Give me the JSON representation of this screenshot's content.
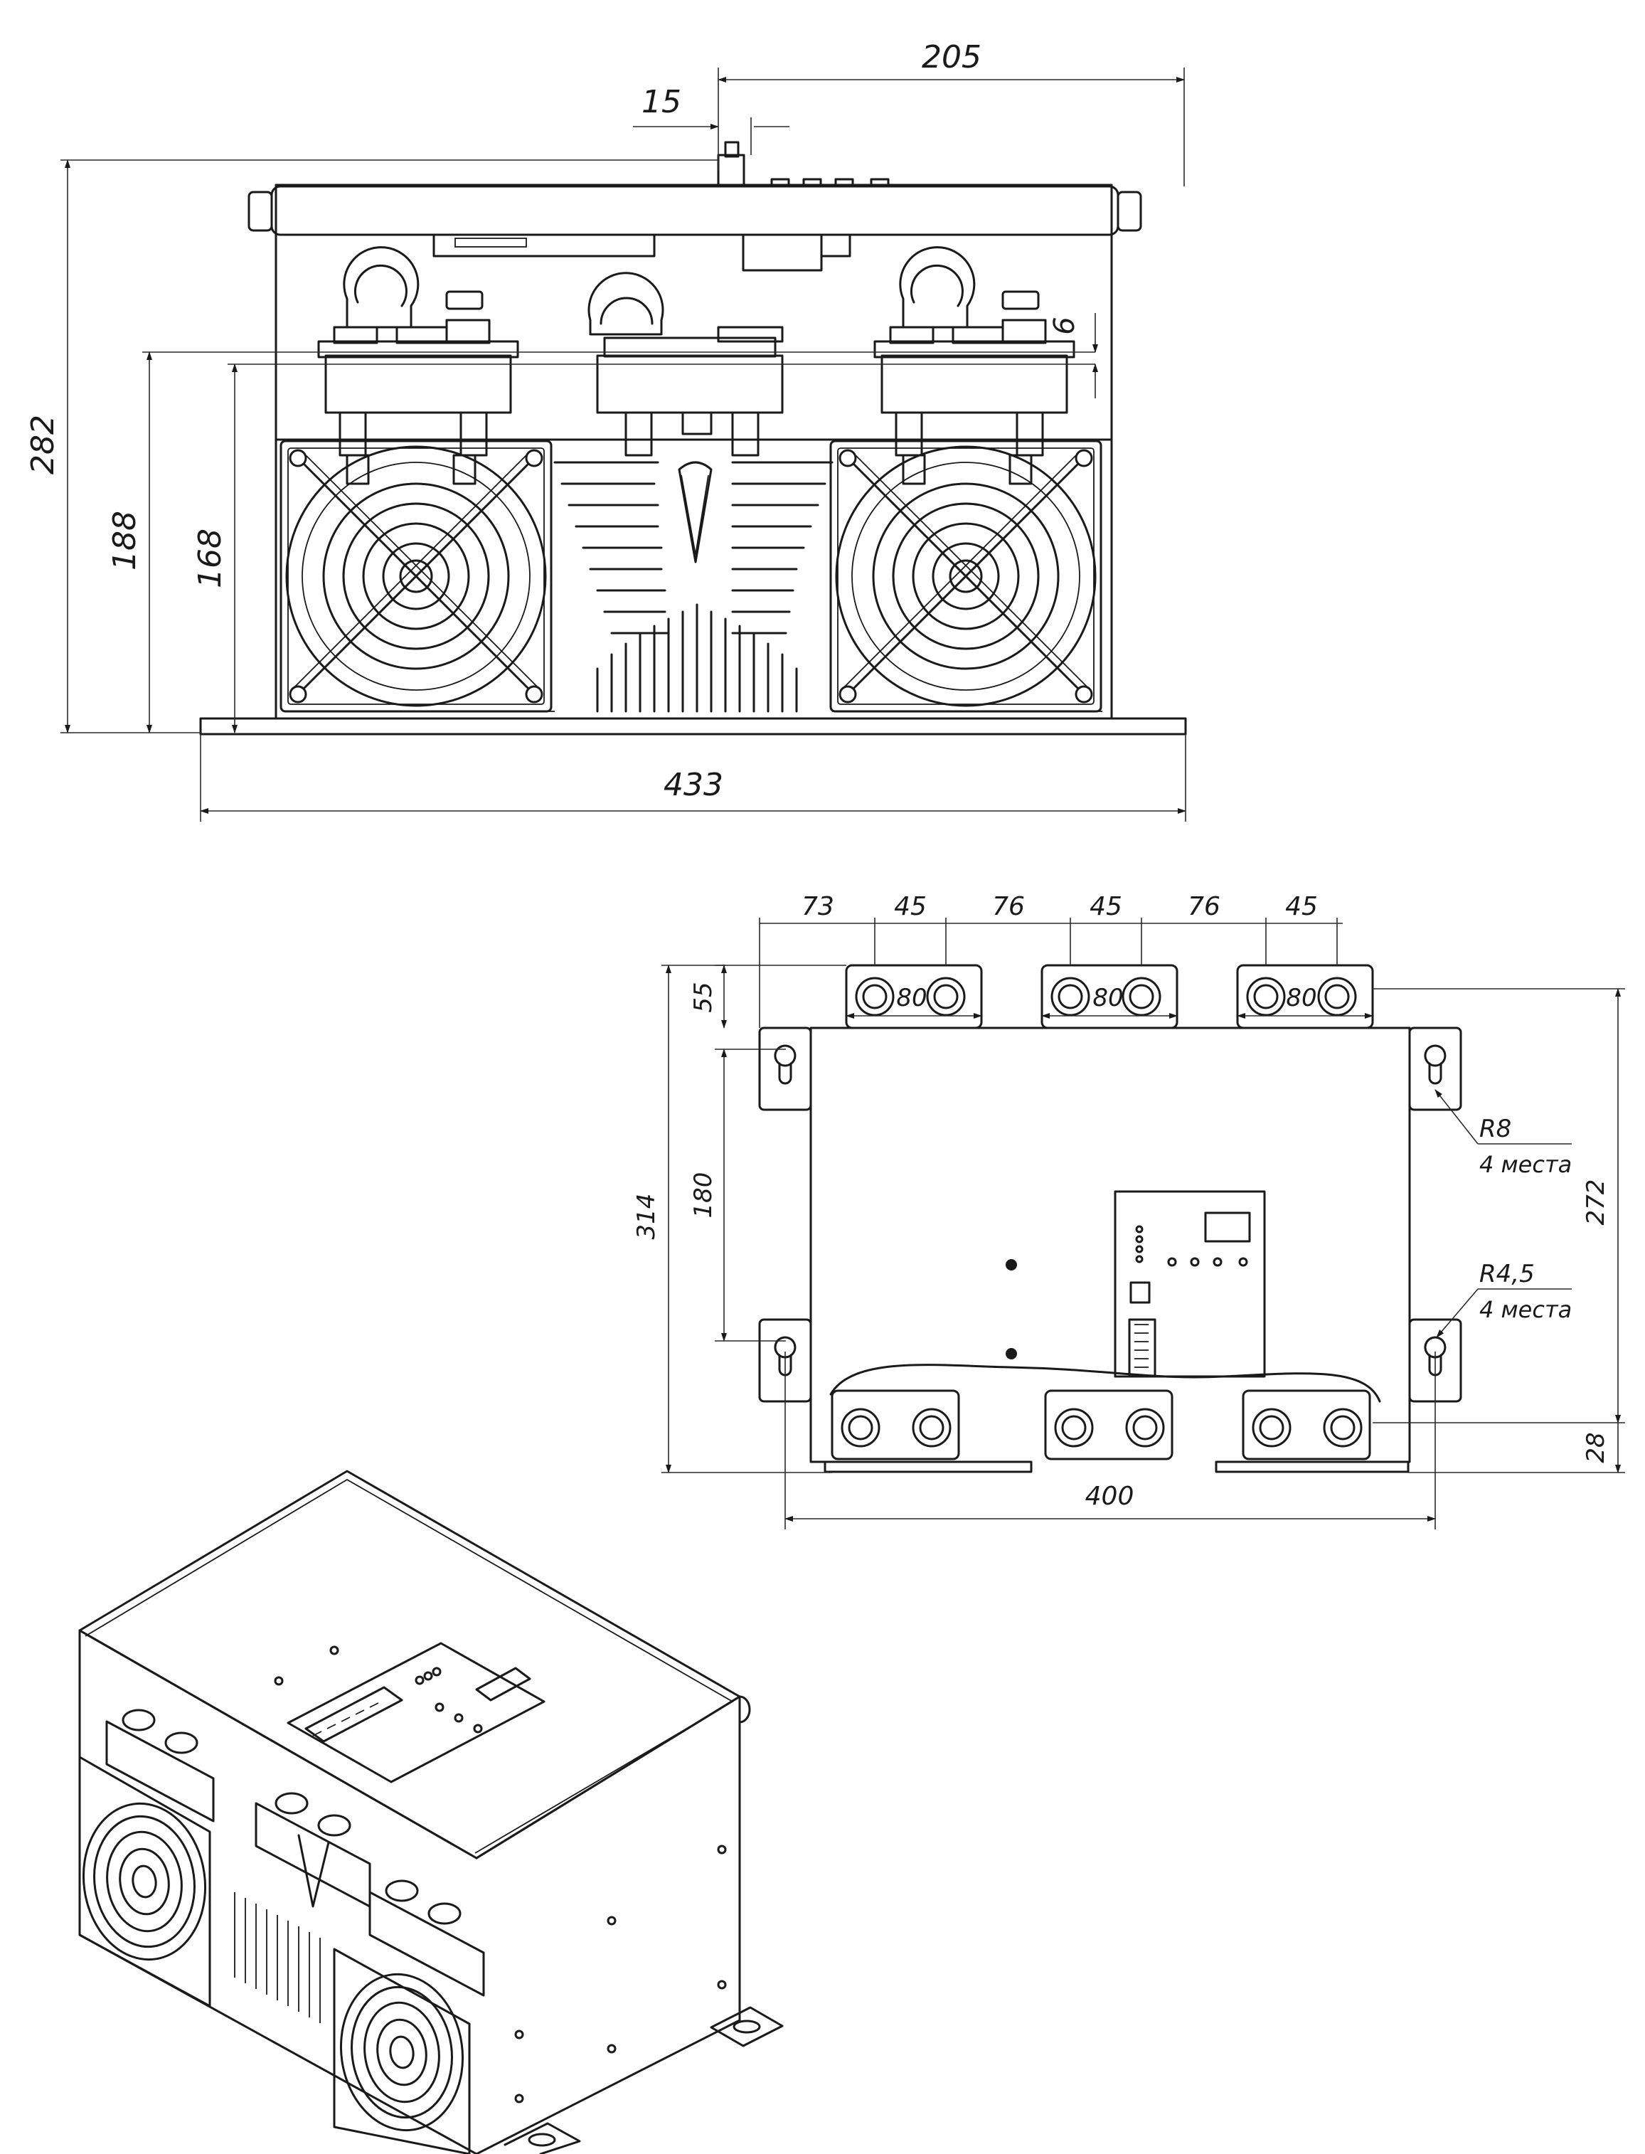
{
  "dimensions": {
    "front_view": {
      "depth_total": "205",
      "terminal_offset": "15",
      "height_total": "282",
      "height_busbar": "188",
      "height_heatsink": "168",
      "busbar_thickness": "6",
      "base_width": "433"
    },
    "top_view": {
      "pitch_73": "73",
      "pitch_45_a": "45",
      "pitch_76_a": "76",
      "pitch_45_b": "45",
      "pitch_76_b": "76",
      "pitch_45_c": "45",
      "busbar_80_a": "80",
      "busbar_80_b": "80",
      "busbar_80_c": "80",
      "busbar_protrusion": "55",
      "overall_length": "314",
      "mount_spacing": "180",
      "body_length": "272",
      "bottom_offset": "28",
      "mount_width": "400"
    }
  },
  "callouts": {
    "radius_large": "R8",
    "radius_large_count": "4 места",
    "radius_small": "R4,5",
    "radius_small_count": "4 места"
  }
}
